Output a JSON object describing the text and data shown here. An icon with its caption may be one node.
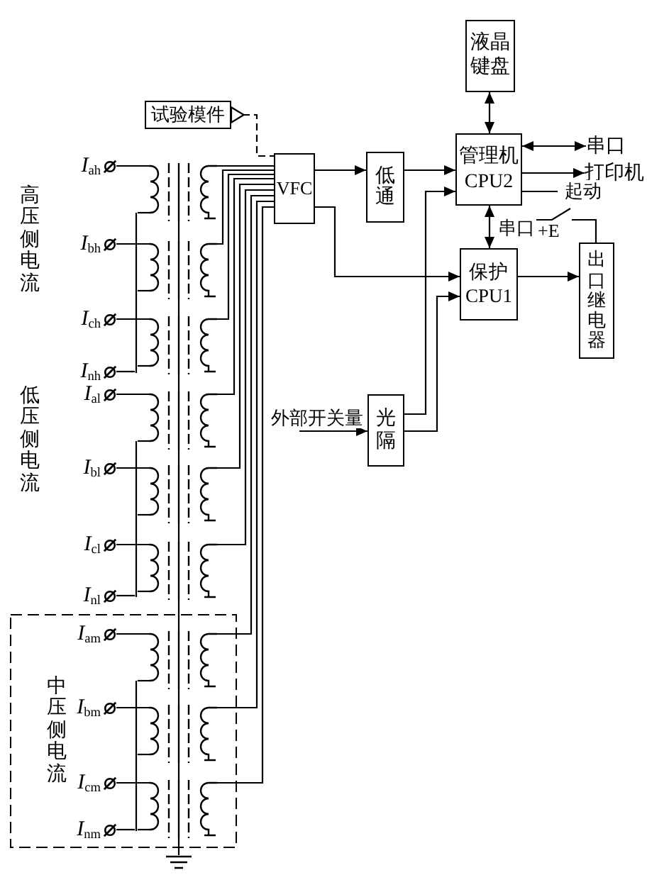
{
  "diagram": {
    "nodes": [
      {
        "text": [
          "试验模件"
        ]
      },
      {
        "text": [
          "液晶键盘"
        ]
      },
      {
        "text": [
          "VFC"
        ]
      },
      {
        "text": [
          "低通"
        ]
      },
      {
        "text": [
          "管理机",
          "CPU2"
        ]
      },
      {
        "text": [
          "串口"
        ]
      },
      {
        "text": [
          "打印机"
        ]
      },
      {
        "text": [
          "保护",
          "CPU1"
        ]
      },
      {
        "text": [
          "出口继电器"
        ]
      },
      {
        "text": [
          "光隔"
        ]
      },
      {
        "text": [],
        "shape": "terminal",
        "beside": [
          "*I*$_{ah}$"
        ]
      },
      {
        "text": [],
        "shape": "terminal",
        "beside": [
          "*I*$_{bh}$"
        ]
      },
      {
        "text": [],
        "shape": "terminal",
        "beside": [
          "*I*$_{ch}$"
        ]
      },
      {
        "text": [],
        "shape": "terminal",
        "beside": [
          "*I*$_{nh}$"
        ]
      },
      {
        "text": [],
        "shape": "transformer"
      },
      {
        "text": [],
        "shape": "transformer"
      },
      {
        "text": [],
        "shape": "transformer"
      },
      {
        "text": [],
        "shape": "bar"
      },
      {
        "text": [],
        "shape": "terminal",
        "beside": [
          "*I*$_{al}$"
        ]
      },
      {
        "text": [],
        "shape": "terminal",
        "beside": [
          "*I*$_{bl}$"
        ]
      },
      {
        "text": [],
        "shape": "terminal",
        "beside": [
          "*I*$_{cl}$"
        ]
      },
      {
        "text": [],
        "shape": "terminal",
        "beside": [
          "*I*$_{nl}$"
        ]
      },
      {
        "text": [],
        "shape": "transformer"
      },
      {
        "text": [],
        "shape": "transformer"
      },
      {
        "text": [],
        "shape": "transformer"
      },
      {
        "text": [],
        "shape": "bar"
      },
      {
        "text": [
          "中压侧电流"
        ]
      },
      {
        "text": [],
        "shape": "terminal",
        "beside": [
          "*I*$_{am}$"
        ],
        "in": 26
      },
      {
        "text": [],
        "shape": "terminal",
        "beside": [
          "*I*$_{bm}$"
        ],
        "in": 26
      },
      {
        "text": [],
        "shape": "terminal",
        "beside": [
          "*I*$_{cm}$"
        ],
        "in": 26
      },
      {
        "text": [],
        "shape": "terminal",
        "beside": [
          "*I*$_{nm}$"
        ],
        "in": 26
      },
      {
        "text": [],
        "shape": "transformer",
        "in": 26
      },
      {
        "text": [],
        "shape": "transformer",
        "in": 26
      },
      {
        "text": [],
        "shape": "transformer",
        "in": 26
      },
      {
        "text": [],
        "shape": "bar",
        "in": 26
      },
      {
        "text": [],
        "shape": "ground"
      }
    ],
    "edges": [
      {
        "from": 0,
        "to": 2,
        "arrow": "other",
        "style": "dashed"
      },
      {
        "from": 1,
        "to": 4,
        "arrow": "both"
      },
      {
        "from": 2,
        "to": 3,
        "arrow": "to"
      },
      {
        "from": 3,
        "to": 4,
        "arrow": "to"
      },
      {
        "from": 4,
        "to": 5,
        "arrow": "both"
      },
      {
        "from": 4,
        "to": 6,
        "arrow": "to"
      },
      {
        "from": 4,
        "to": 7,
        "arrow": "both",
        "label": "串口"
      },
      {
        "from": 2,
        "to": 7,
        "arrow": "to"
      },
      {
        "from": 7,
        "to": 8,
        "arrow": "to"
      },
      {
        "from": 4,
        "to": 8,
        "arrow": "none",
        "label": "起动"
      },
      {
        "from": null,
        "to": 9,
        "arrow": "to",
        "label": "外部开关量"
      },
      {
        "from": 9,
        "to": 4,
        "arrow": "to"
      },
      {
        "from": 9,
        "to": 7,
        "arrow": "to"
      },
      {
        "from": 14,
        "to": 2,
        "arrow": "none"
      },
      {
        "from": 15,
        "to": 2,
        "arrow": "none"
      },
      {
        "from": 16,
        "to": 2,
        "arrow": "none"
      },
      {
        "from": 22,
        "to": 2,
        "arrow": "none"
      },
      {
        "from": 23,
        "to": 2,
        "arrow": "none"
      },
      {
        "from": 24,
        "to": 2,
        "arrow": "none"
      },
      {
        "from": 31,
        "to": 2,
        "arrow": "none"
      },
      {
        "from": 32,
        "to": 2,
        "arrow": "none"
      },
      {
        "from": 33,
        "to": 2,
        "arrow": "none"
      },
      {
        "from": 10,
        "to": 14,
        "arrow": "none"
      },
      {
        "from": 11,
        "to": 15,
        "arrow": "none"
      },
      {
        "from": 12,
        "to": 16,
        "arrow": "none"
      },
      {
        "from": 18,
        "to": 22,
        "arrow": "none"
      },
      {
        "from": 19,
        "to": 23,
        "arrow": "none"
      },
      {
        "from": 20,
        "to": 24,
        "arrow": "none"
      },
      {
        "from": 27,
        "to": 31,
        "arrow": "none"
      },
      {
        "from": 28,
        "to": 32,
        "arrow": "none"
      },
      {
        "from": 29,
        "to": 33,
        "arrow": "none"
      },
      {
        "from": 14,
        "to": 17,
        "arrow": "none"
      },
      {
        "from": 15,
        "to": 17,
        "arrow": "none"
      },
      {
        "from": 16,
        "to": 17,
        "arrow": "none"
      },
      {
        "from": 22,
        "to": 25,
        "arrow": "none"
      },
      {
        "from": 23,
        "to": 25,
        "arrow": "none"
      },
      {
        "from": 24,
        "to": 25,
        "arrow": "none"
      },
      {
        "from": 31,
        "to": 34,
        "arrow": "none"
      },
      {
        "from": 32,
        "to": 34,
        "arrow": "none"
      },
      {
        "from": 33,
        "to": 34,
        "arrow": "none"
      },
      {
        "from": 13,
        "to": 17,
        "arrow": "none"
      },
      {
        "from": 21,
        "to": 25,
        "arrow": "none"
      },
      {
        "from": 30,
        "to": 34,
        "arrow": "none"
      },
      {
        "from": 14,
        "to": 15,
        "arrow": "none"
      },
      {
        "from": 15,
        "to": 16,
        "arrow": "none"
      },
      {
        "from": 16,
        "to": 22,
        "arrow": "none"
      },
      {
        "from": 22,
        "to": 23,
        "arrow": "none"
      },
      {
        "from": 23,
        "to": 24,
        "arrow": "none"
      },
      {
        "from": 24,
        "to": 31,
        "arrow": "none"
      },
      {
        "from": 31,
        "to": 32,
        "arrow": "none"
      },
      {
        "from": 32,
        "to": 33,
        "arrow": "none"
      },
      {
        "from": 33,
        "to": 35,
        "arrow": "none"
      }
    ],
    "labels": [
      "高压侧电流",
      "低压侧电流",
      "+E"
    ]
  }
}
